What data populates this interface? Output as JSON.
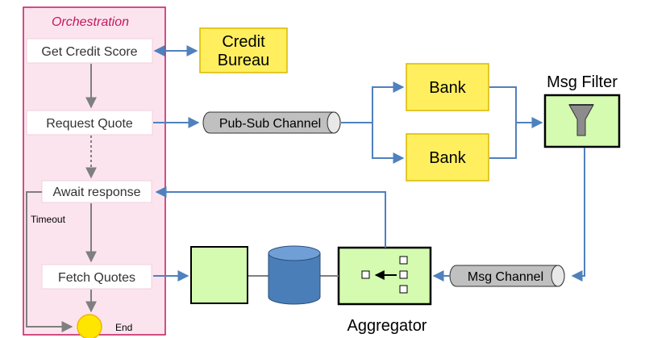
{
  "orchestration": {
    "title": "Orchestration",
    "steps": {
      "get_credit_score": "Get Credit Score",
      "request_quote": "Request Quote",
      "await_response": "Await response",
      "fetch_quotes": "Fetch Quotes"
    },
    "timeout_label": "Timeout",
    "end_label": "End"
  },
  "components": {
    "credit_bureau_line1": "Credit",
    "credit_bureau_line2": "Bureau",
    "pubsub_channel": "Pub-Sub Channel",
    "bank_top": "Bank",
    "bank_bottom": "Bank",
    "msg_filter": "Msg Filter",
    "msg_channel": "Msg Channel",
    "aggregator": "Aggregator"
  },
  "colors": {
    "orchestration_fill": "#fce4ef",
    "orchestration_border": "#c2185b",
    "yellow_fill": "#ffef5e",
    "yellow_border": "#d8b800",
    "green_fill": "#d4fbb0",
    "flow_blue": "#4f81bd",
    "flow_gray": "#7f7f7f",
    "database_fill": "#4a7eb8",
    "end_fill": "#ffe600"
  }
}
